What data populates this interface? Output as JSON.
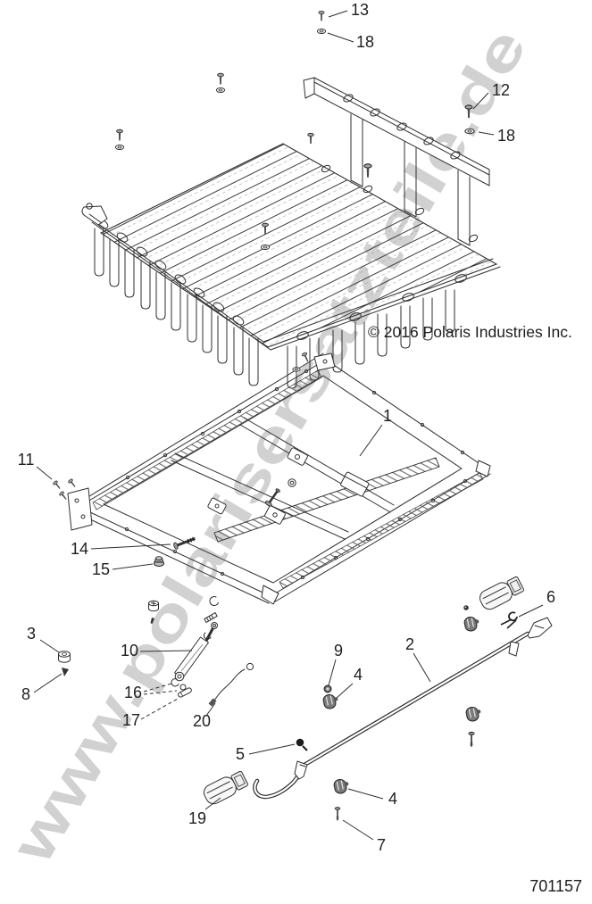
{
  "diagram": {
    "copyright": "© 2016 Polaris Industries Inc.",
    "part_number": "701157",
    "watermark": "www.polarisersatzteile.de"
  },
  "colors": {
    "line": "#2f2f2f",
    "watermark": "#cdcdcd",
    "text": "#1a1a1a"
  },
  "callouts": [
    {
      "label": "13"
    },
    {
      "label": "18"
    },
    {
      "label": "12"
    },
    {
      "label": "18"
    },
    {
      "label": "1"
    },
    {
      "label": "11"
    },
    {
      "label": "14"
    },
    {
      "label": "15"
    },
    {
      "label": "3"
    },
    {
      "label": "8"
    },
    {
      "label": "10"
    },
    {
      "label": "16"
    },
    {
      "label": "17"
    },
    {
      "label": "20"
    },
    {
      "label": "9"
    },
    {
      "label": "4"
    },
    {
      "label": "2"
    },
    {
      "label": "6"
    },
    {
      "label": "5"
    },
    {
      "label": "19"
    },
    {
      "label": "4"
    },
    {
      "label": "7"
    }
  ]
}
